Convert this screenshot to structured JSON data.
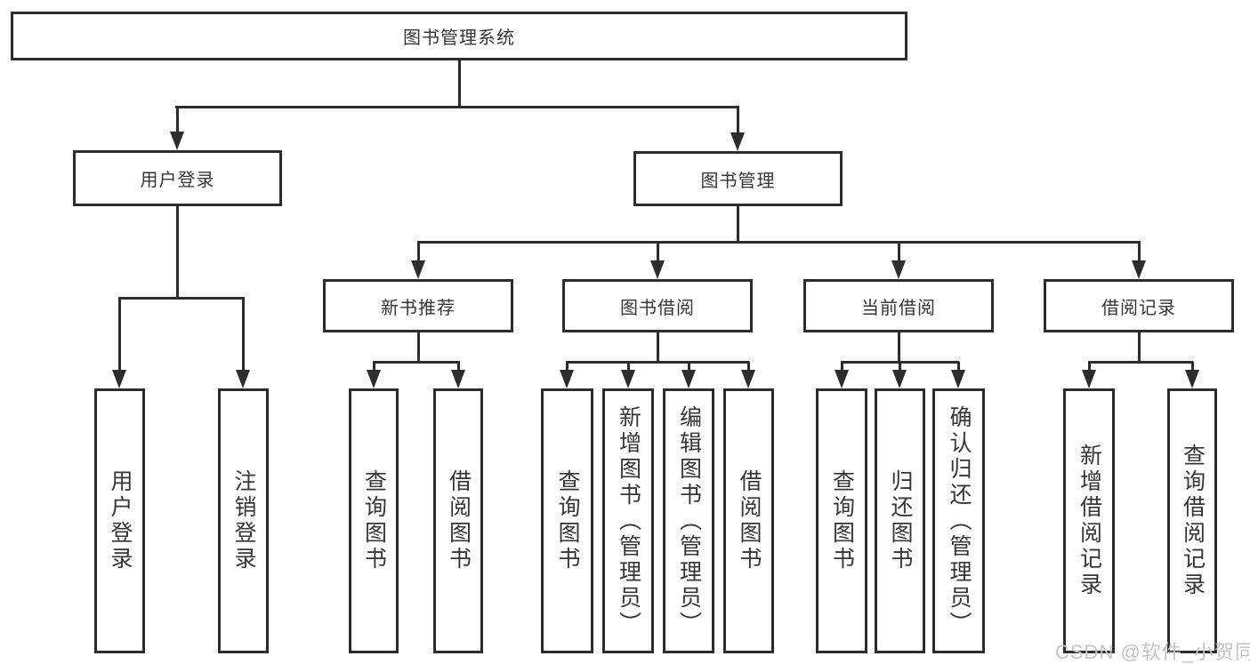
{
  "diagram": {
    "root": {
      "label": "图书管理系统"
    },
    "level2": {
      "user_login": {
        "label": "用户登录"
      },
      "book_mgmt": {
        "label": "图书管理"
      }
    },
    "level3": {
      "new_book_rec": {
        "label": "新书推荐"
      },
      "book_borrow": {
        "label": "图书借阅"
      },
      "current_borrow": {
        "label": "当前借阅"
      },
      "borrow_records": {
        "label": "借阅记录"
      }
    },
    "leaves": {
      "user_login": {
        "label": "用户登录"
      },
      "logout": {
        "label": "注销登录"
      },
      "query_book_a": {
        "label": "查询图书"
      },
      "borrow_book_a": {
        "label": "借阅图书"
      },
      "query_book_b": {
        "label": "查询图书"
      },
      "add_book": {
        "label": "新增图书（管理员）"
      },
      "edit_book": {
        "label": "编辑图书（管理员）"
      },
      "borrow_book_b": {
        "label": "借阅图书"
      },
      "query_book_c": {
        "label": "查询图书"
      },
      "return_book": {
        "label": "归还图书"
      },
      "confirm_return": {
        "label": "确认归还（管理员）"
      },
      "add_borrow_record": {
        "label": "新增借阅记录"
      },
      "query_borrow_record": {
        "label": "查询借阅记录"
      }
    }
  },
  "watermark": {
    "text": "CSDN @软件_小贺同学"
  },
  "colors": {
    "line": "#2d2d2d",
    "text": "#363636",
    "watermark": "#c3c3c3",
    "background": "#ffffff"
  }
}
